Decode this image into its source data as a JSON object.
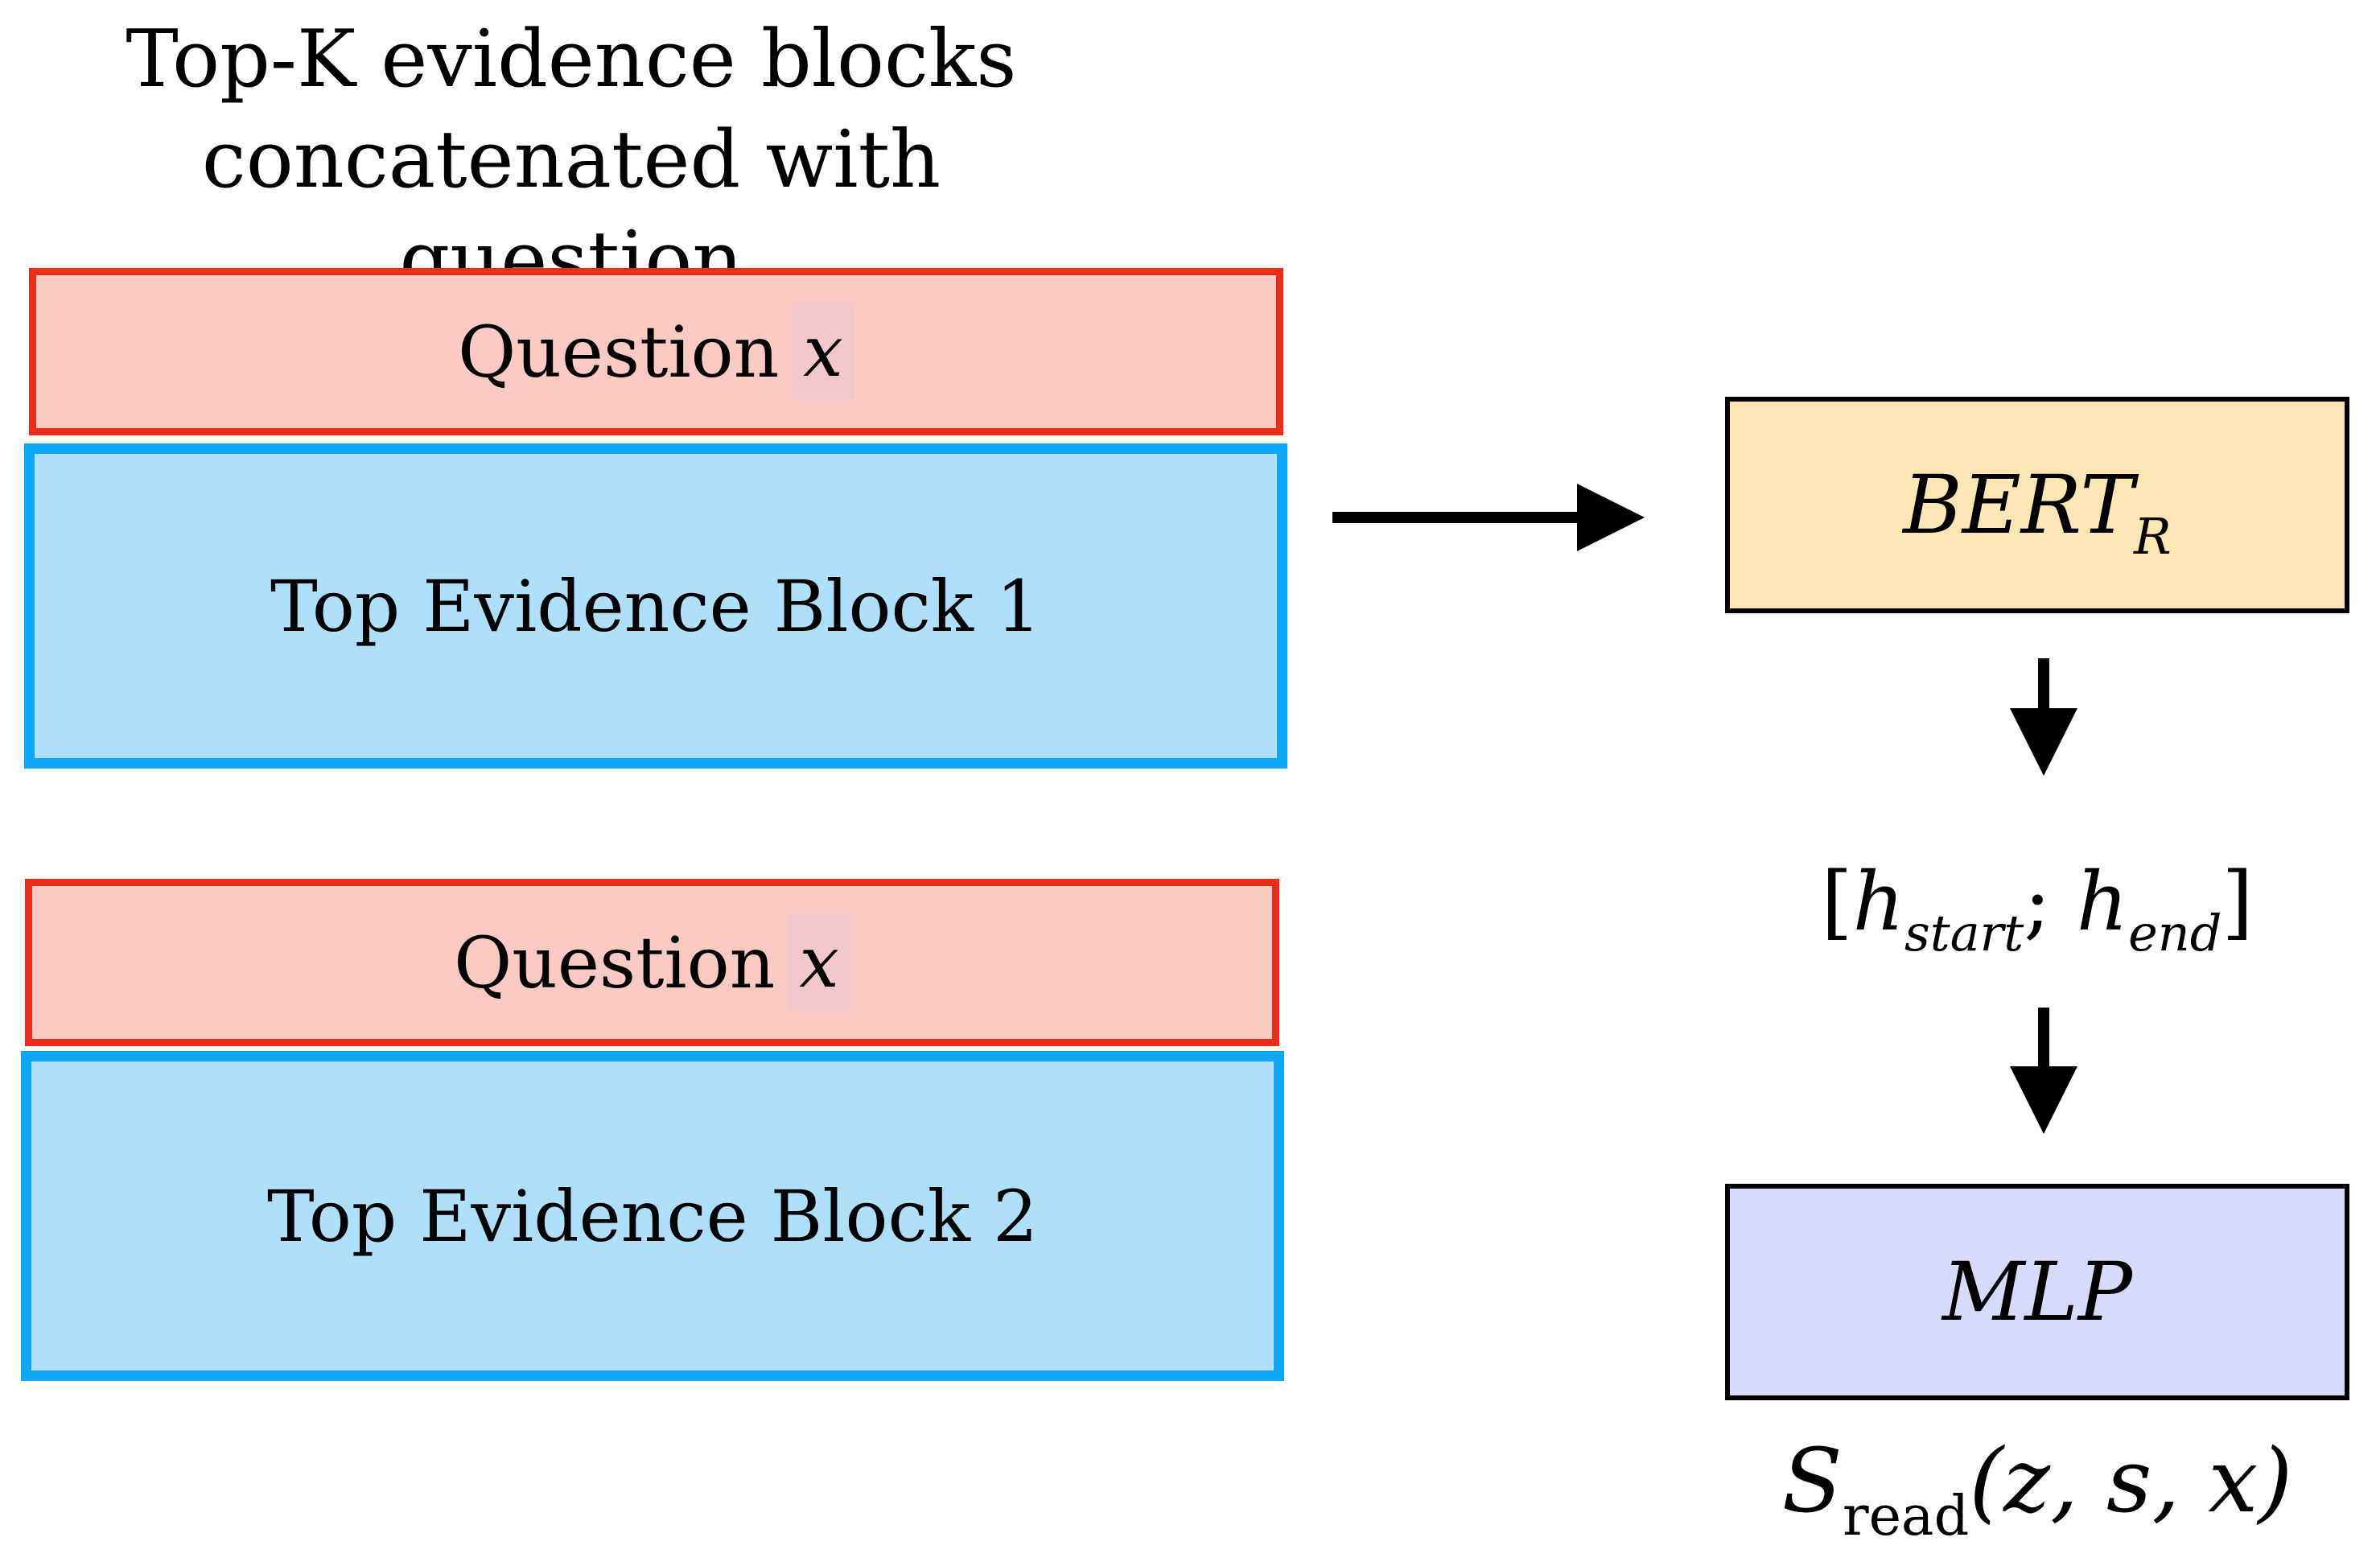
{
  "title": {
    "line1": "Top-K evidence blocks",
    "line2": "concatenated with question"
  },
  "blocks": [
    {
      "question_label": "Question",
      "question_var": "x",
      "evidence_label": "Top Evidence Block 1"
    },
    {
      "question_label": "Question",
      "question_var": "x",
      "evidence_label": "Top Evidence Block 2"
    }
  ],
  "bert": {
    "label": "BERT",
    "subscript": "R"
  },
  "hidden": {
    "open": "[",
    "h1": "h",
    "h1_sub": "start",
    "sep": "; ",
    "h2": "h",
    "h2_sub": "end",
    "close": "]"
  },
  "mlp": {
    "label": "MLP"
  },
  "score": {
    "symbol": "S",
    "subscript": "read",
    "args": "(z, s, x)"
  },
  "colors": {
    "question_fill": "#fbcac4",
    "question_border": "#ea2c1b",
    "evidence_fill": "#aee0fb",
    "evidence_border": "#0ea7f7",
    "bert_fill": "#fbe6b4",
    "mlp_fill": "#d8daf9"
  }
}
